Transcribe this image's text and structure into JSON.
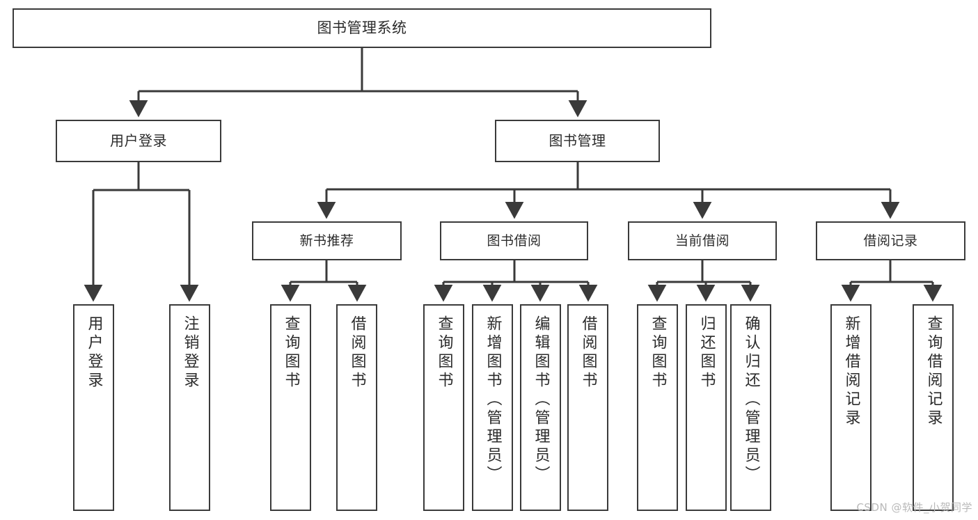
{
  "diagram": {
    "title": "图书管理系统",
    "type": "tree",
    "root": {
      "id": "root",
      "label": "图书管理系统"
    },
    "level1": [
      {
        "id": "user-login",
        "label": "用户登录"
      },
      {
        "id": "book-manage",
        "label": "图书管理"
      }
    ],
    "level2": [
      {
        "id": "newbook",
        "label": "新书推荐",
        "parent": "book-manage"
      },
      {
        "id": "borrow",
        "label": "图书借阅",
        "parent": "book-manage"
      },
      {
        "id": "current",
        "label": "当前借阅",
        "parent": "book-manage"
      },
      {
        "id": "record",
        "label": "借阅记录",
        "parent": "book-manage"
      }
    ],
    "leaves": [
      {
        "id": "l1",
        "label": "用户登录",
        "parent": "user-login"
      },
      {
        "id": "l2",
        "label": "注销登录",
        "parent": "user-login"
      },
      {
        "id": "n1",
        "label": "查询图书",
        "parent": "newbook"
      },
      {
        "id": "n2",
        "label": "借阅图书",
        "parent": "newbook"
      },
      {
        "id": "b1",
        "label": "查询图书",
        "parent": "borrow"
      },
      {
        "id": "b2",
        "label": "新增图书（管理员）",
        "parent": "borrow"
      },
      {
        "id": "b3",
        "label": "编辑图书（管理员）",
        "parent": "borrow"
      },
      {
        "id": "b4",
        "label": "借阅图书",
        "parent": "borrow"
      },
      {
        "id": "c1",
        "label": "查询图书",
        "parent": "current"
      },
      {
        "id": "c2",
        "label": "归还图书",
        "parent": "current"
      },
      {
        "id": "c3",
        "label": "确认归还（管理员）",
        "parent": "current"
      },
      {
        "id": "r1",
        "label": "新增借阅记录",
        "parent": "record"
      },
      {
        "id": "r2",
        "label": "查询借阅记录",
        "parent": "record"
      }
    ]
  },
  "watermark": {
    "text": "CSDN @软件_小贺同学"
  },
  "colors": {
    "stroke": "#3a3a3a",
    "text": "#2b2b2b",
    "background": "#ffffff",
    "watermark": "#b9b9b9"
  }
}
